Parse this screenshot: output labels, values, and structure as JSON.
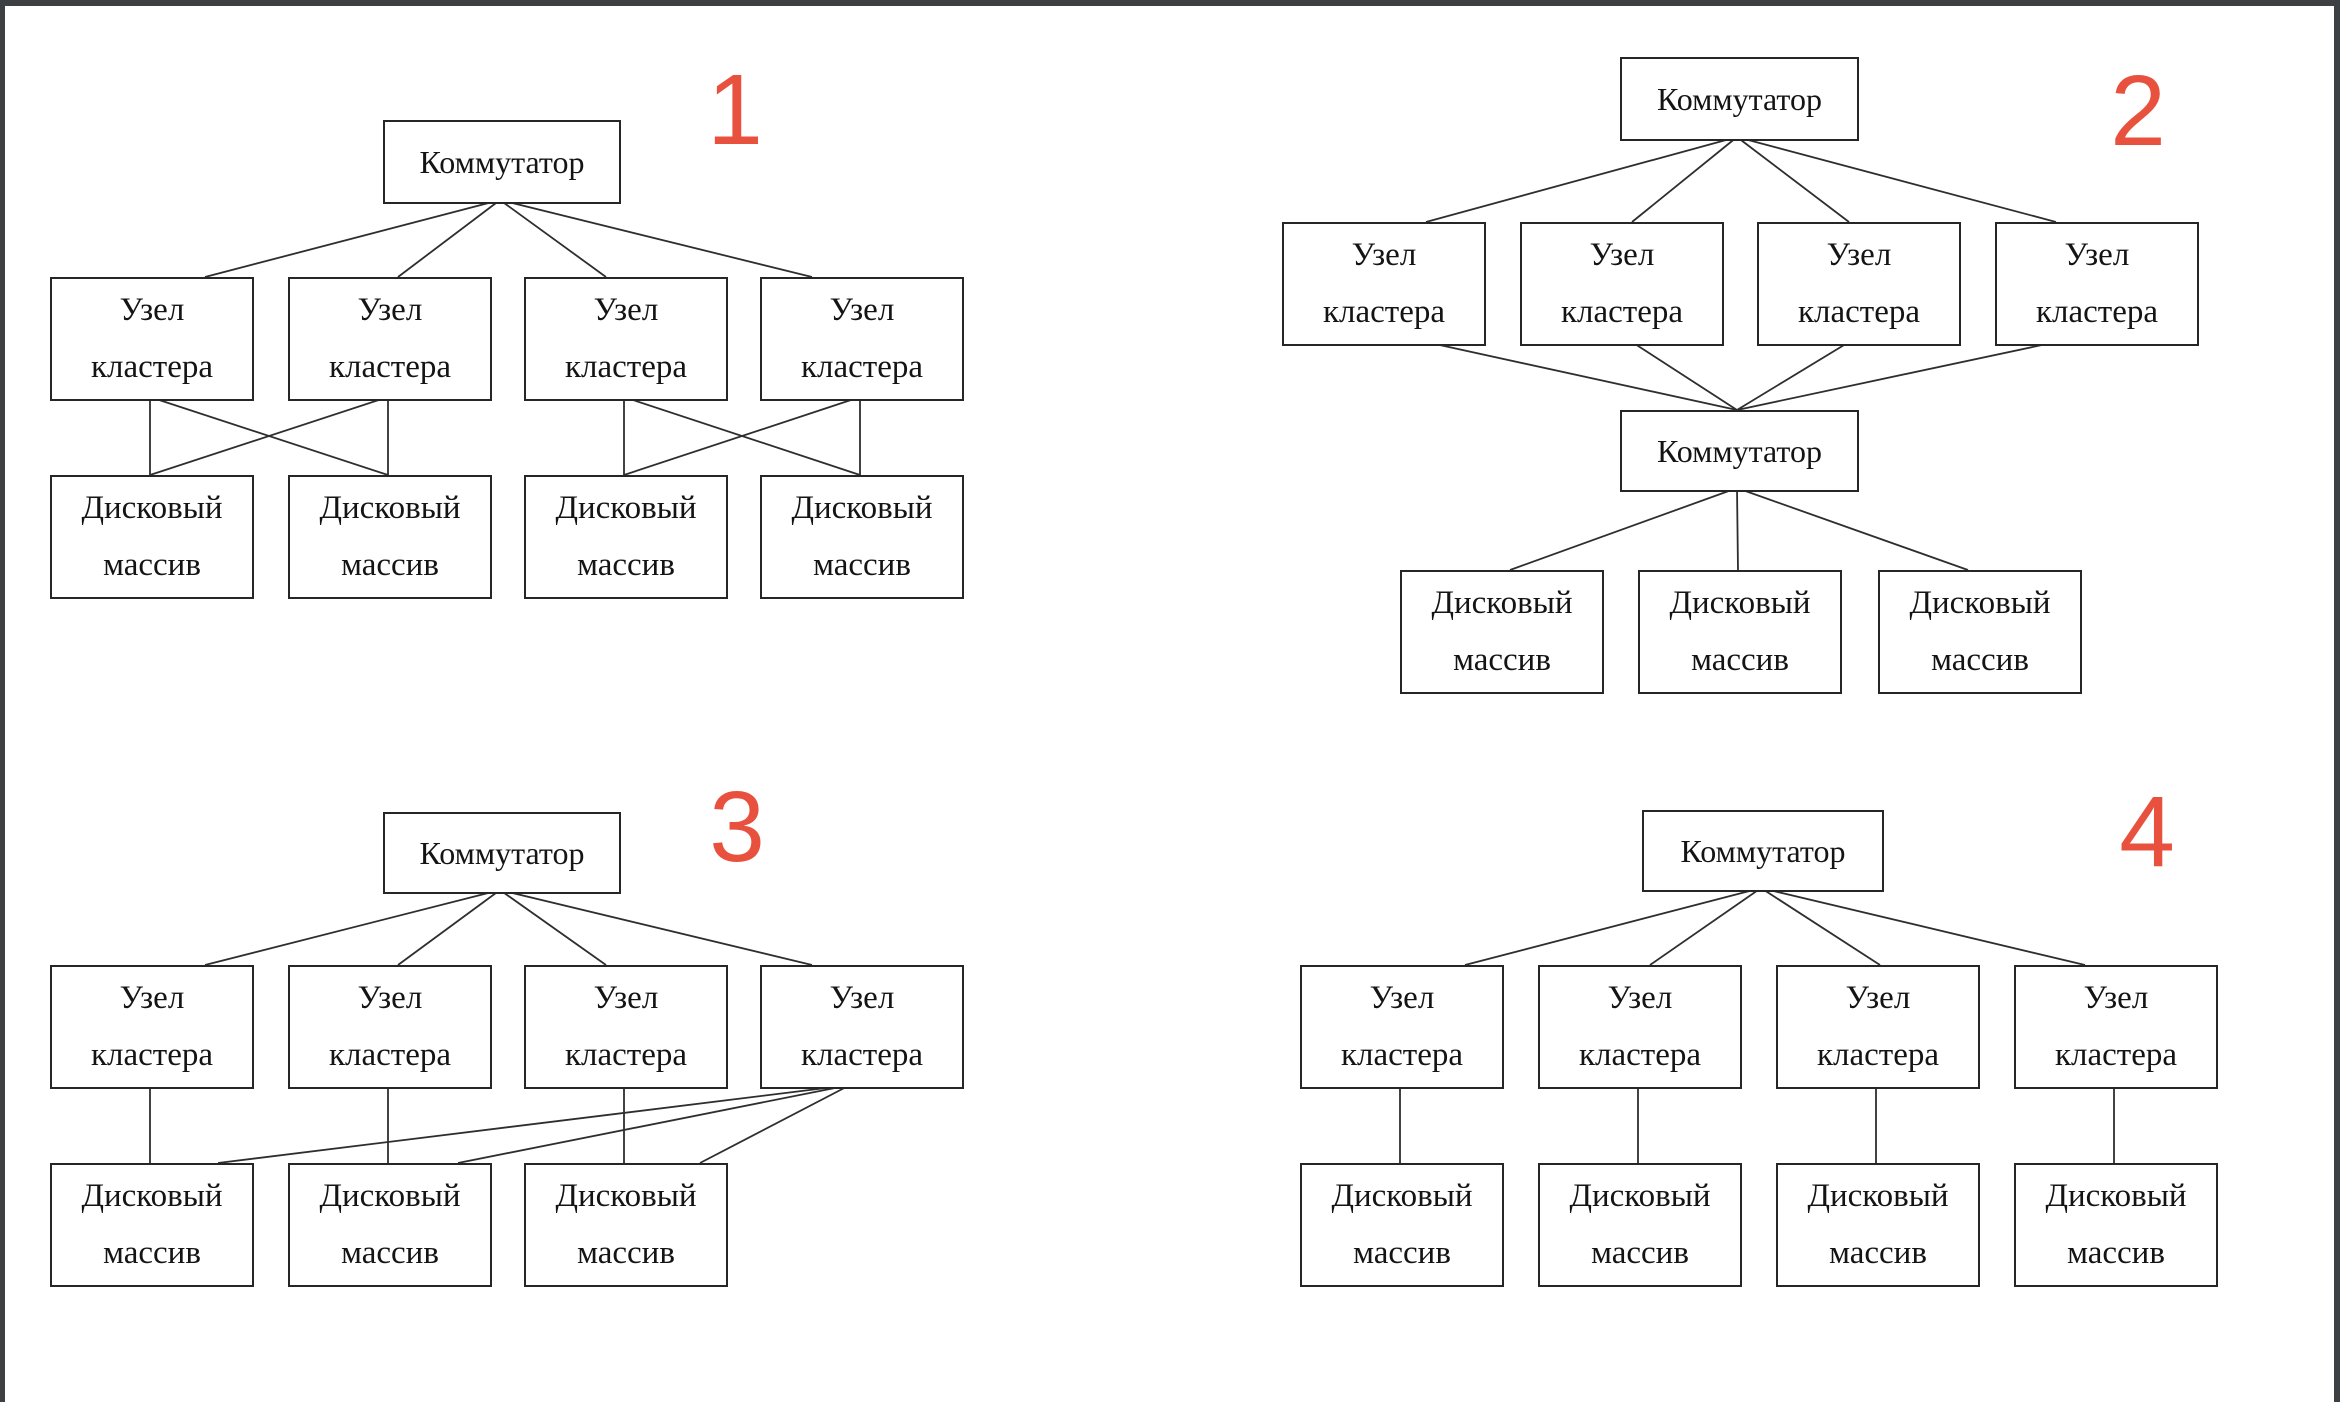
{
  "figure": {
    "background": "#FFFFFF",
    "frame_color": "#3C4043",
    "line_color": "#2E2E2E",
    "badge_color": "#E8513E",
    "text_color": "#141414"
  },
  "diagrams": [
    {
      "badge": "1",
      "switch_labels": [
        "Коммутатор"
      ],
      "cluster_node_labels": [
        "Узел\nкластера",
        "Узел\nкластера",
        "Узел\nкластера",
        "Узел\nкластера"
      ],
      "disk_array_labels": [
        "Дисковый\nмассив",
        "Дисковый\nмассив",
        "Дисковый\nмассив",
        "Дисковый\nмассив"
      ]
    },
    {
      "badge": "2",
      "switch_labels": [
        "Коммутатор",
        "Коммутатор"
      ],
      "cluster_node_labels": [
        "Узел\nкластера",
        "Узел\nкластера",
        "Узел\nкластера",
        "Узел\nкластера"
      ],
      "disk_array_labels": [
        "Дисковый\nмассив",
        "Дисковый\nмассив",
        "Дисковый\nмассив"
      ]
    },
    {
      "badge": "3",
      "switch_labels": [
        "Коммутатор"
      ],
      "cluster_node_labels": [
        "Узел\nкластера",
        "Узел\nкластера",
        "Узел\nкластера",
        "Узел\nкластера"
      ],
      "disk_array_labels": [
        "Дисковый\nмассив",
        "Дисковый\nмассив",
        "Дисковый\nмассив"
      ]
    },
    {
      "badge": "4",
      "switch_labels": [
        "Коммутатор"
      ],
      "cluster_node_labels": [
        "Узел\nкластера",
        "Узел\nкластера",
        "Узел\nкластера",
        "Узел\nкластера"
      ],
      "disk_array_labels": [
        "Дисковый\nмассив",
        "Дисковый\nмассив",
        "Дисковый\nмассив",
        "Дисковый\nмассив"
      ]
    }
  ]
}
